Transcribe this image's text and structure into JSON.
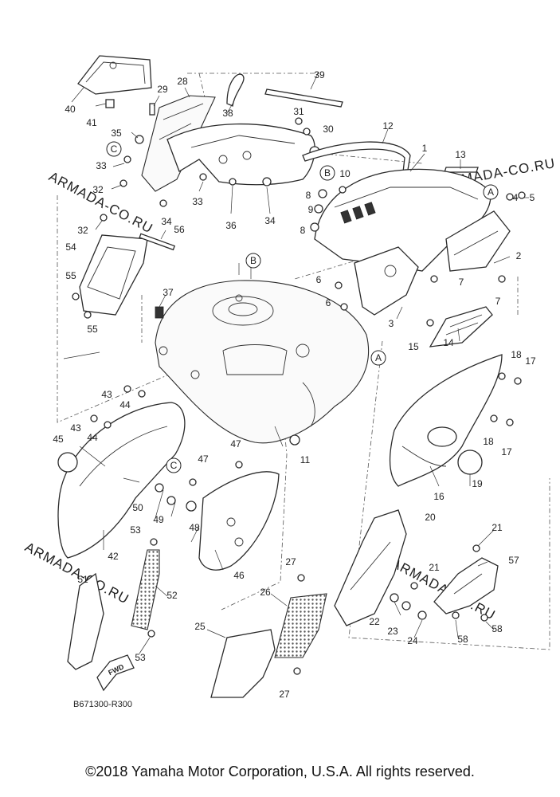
{
  "diagram": {
    "part_numbers": [
      "1",
      "2",
      "3",
      "4",
      "5",
      "6",
      "6",
      "7",
      "7",
      "8",
      "8",
      "9",
      "10",
      "11",
      "12",
      "13",
      "14",
      "15",
      "16",
      "17",
      "17",
      "18",
      "18",
      "19",
      "20",
      "21",
      "21",
      "22",
      "23",
      "24",
      "25",
      "26",
      "27",
      "27",
      "28",
      "29",
      "30",
      "31",
      "32",
      "32",
      "33",
      "33",
      "34",
      "34",
      "35",
      "36",
      "37",
      "38",
      "39",
      "40",
      "41",
      "42",
      "43",
      "43",
      "44",
      "44",
      "45",
      "46",
      "47",
      "47",
      "48",
      "49",
      "50",
      "51",
      "52",
      "53",
      "53",
      "54",
      "55",
      "55",
      "56",
      "57",
      "58",
      "58"
    ],
    "reference_markers": [
      "A",
      "A",
      "B",
      "B",
      "C",
      "C"
    ],
    "watermark": "ARMADA-CO.RU",
    "fwd_label": "FWD",
    "drawing_code": "B671300-R300"
  },
  "footer": {
    "copyright": "©2018 Yamaha Motor Corporation, U.S.A. All rights reserved."
  }
}
